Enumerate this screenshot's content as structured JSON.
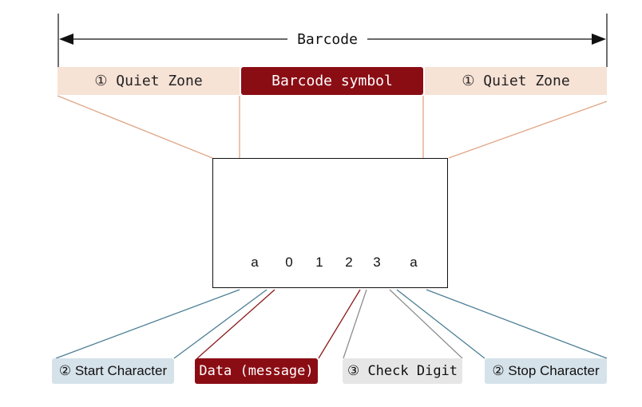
{
  "title": "Barcode",
  "quiet_zone_left": "① Quiet Zone",
  "barcode_symbol": "Barcode symbol",
  "quiet_zone_right": "① Quiet Zone",
  "encoded_characters": [
    "a",
    "0",
    "1",
    "2",
    "3",
    "a"
  ],
  "parts": {
    "start_character": "② Start Character",
    "data": "Data (message)",
    "check_digit": "③ Check Digit",
    "stop_character": "② Stop Character"
  },
  "colors": {
    "quiet_zone_fill": "#f7e2d6",
    "quiet_zone_line": "#e0a585",
    "symbol_fill": "#8b0d14",
    "data_fill": "#8b0d14",
    "data_line": "#8b1a1a",
    "start_stop_fill": "#d6e2ea",
    "start_stop_line": "#4d7f95",
    "check_fill": "#e6e6e6",
    "check_line": "#8e8e8e",
    "bars": "#000000"
  },
  "icons": [
    "arrow-left-icon",
    "arrow-right-icon"
  ]
}
